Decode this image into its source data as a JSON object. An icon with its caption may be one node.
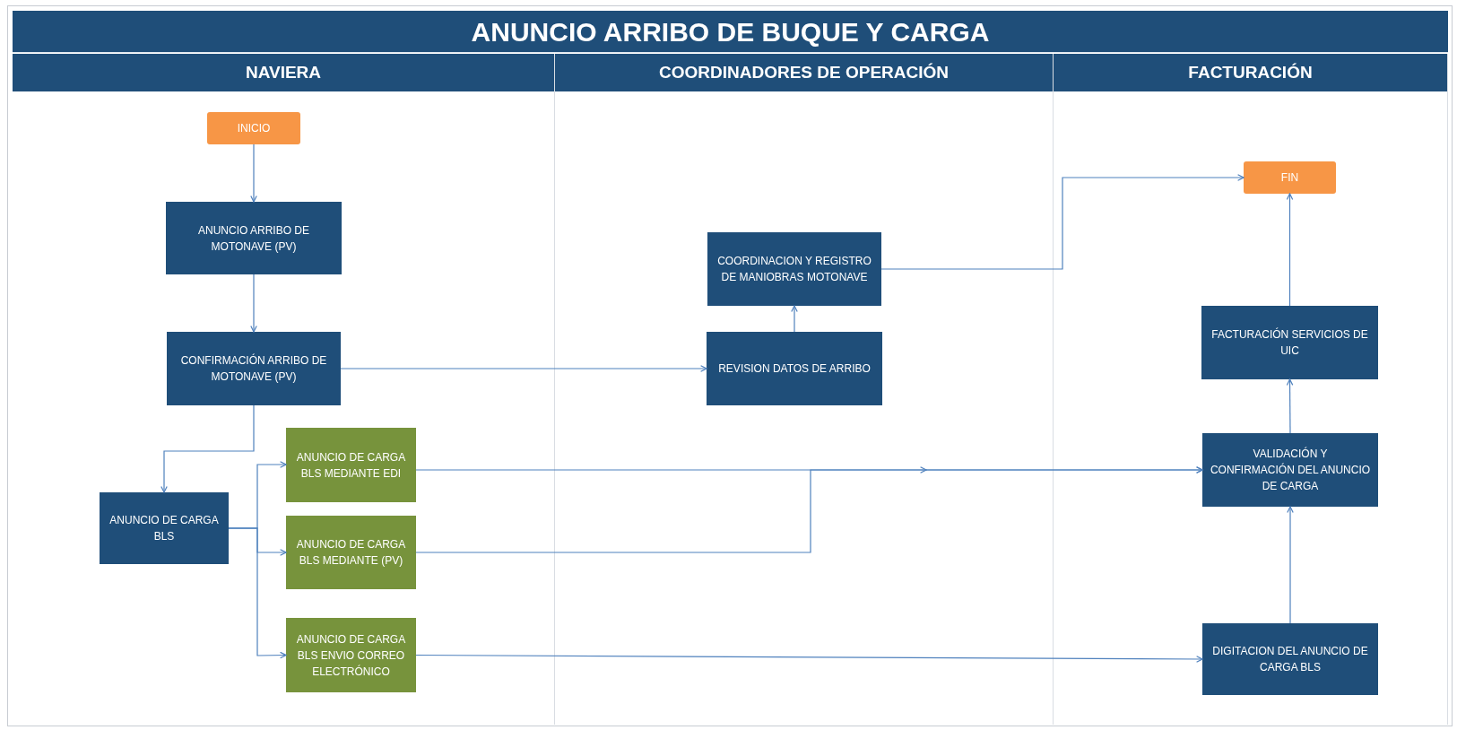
{
  "diagram": {
    "title": "ANUNCIO ARRIBO DE BUQUE Y CARGA",
    "nodes": [
      {
        "text": [
          "NAVIERA"
        ]
      },
      {
        "text": [
          "COORDINADORES DE OPERACIÓN"
        ]
      },
      {
        "text": [
          "FACTURACIÓN"
        ]
      },
      {
        "text": [
          "INICIO"
        ],
        "in": 0
      },
      {
        "text": [
          "ANUNCIO ARRIBO DE MOTONAVE (PV)"
        ],
        "in": 0
      },
      {
        "text": [
          "CONFIRMACIÓN ARRIBO DE MOTONAVE (PV)"
        ],
        "in": 0
      },
      {
        "text": [
          "ANUNCIO DE CARGA BLS"
        ],
        "in": 0
      },
      {
        "text": [
          "ANUNCIO DE CARGA BLS MEDIANTE EDI"
        ],
        "in": 0
      },
      {
        "text": [
          "ANUNCIO DE CARGA BLS MEDIANTE (PV)"
        ],
        "in": 0
      },
      {
        "text": [
          "ANUNCIO DE CARGA BLS ENVIO CORREO ELECTRÓNICO"
        ],
        "in": 0
      },
      {
        "text": [
          "COORDINACION Y REGISTRO DE MANIOBRAS MOTONAVE"
        ],
        "in": 1
      },
      {
        "text": [
          "REVISION DATOS DE ARRIBO"
        ],
        "in": 1
      },
      {
        "text": [
          "FIN"
        ],
        "in": 2
      },
      {
        "text": [
          "FACTURACIÓN SERVICIOS DE UIC"
        ],
        "in": 2
      },
      {
        "text": [
          "VALIDACIÓN Y CONFIRMACIÓN DEL ANUNCIO DE CARGA"
        ],
        "in": 2
      },
      {
        "text": [
          "DIGITACION DEL ANUNCIO DE CARGA BLS"
        ],
        "in": 2
      }
    ],
    "edges": [
      {
        "from": 3,
        "to": 4,
        "arrow": "to"
      },
      {
        "from": 4,
        "to": 5,
        "arrow": "to"
      },
      {
        "from": 5,
        "to": 11,
        "arrow": "to"
      },
      {
        "from": 11,
        "to": 10,
        "arrow": "to"
      },
      {
        "from": 10,
        "to": 12,
        "arrow": "to"
      },
      {
        "from": 5,
        "to": 6,
        "arrow": "to"
      },
      {
        "from": 6,
        "to": 7,
        "arrow": "to"
      },
      {
        "from": 6,
        "to": 8,
        "arrow": "to"
      },
      {
        "from": 6,
        "to": 9,
        "arrow": "to"
      },
      {
        "from": 7,
        "to": 14,
        "arrow": "to"
      },
      {
        "from": 8,
        "to": 14,
        "arrow": "to"
      },
      {
        "from": 9,
        "to": 15,
        "arrow": "to"
      },
      {
        "from": 15,
        "to": 14,
        "arrow": "to"
      },
      {
        "from": 14,
        "to": 13,
        "arrow": "to"
      },
      {
        "from": 13,
        "to": 12,
        "arrow": "to"
      }
    ]
  }
}
